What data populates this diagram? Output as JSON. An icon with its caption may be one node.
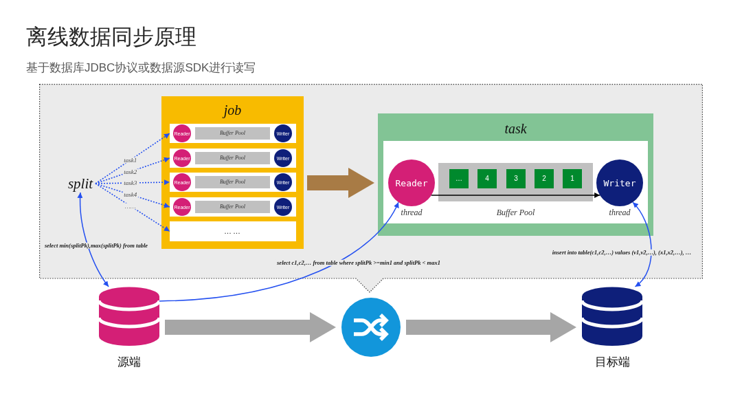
{
  "diagram": {
    "title": "离线数据同步原理",
    "nodes": [
      {
        "text": [],
        "shape": "callout"
      },
      {
        "text": [
          "split"
        ],
        "in": 0
      },
      {
        "text": [
          "job"
        ],
        "in": 0
      },
      {
        "text": [],
        "shape": "box",
        "in": 2
      },
      {
        "text": [
          "Reader"
        ],
        "in": 3
      },
      {
        "text": [
          "Buffer Pool"
        ],
        "in": 3
      },
      {
        "text": [
          "Writer"
        ],
        "in": 3
      },
      {
        "text": [],
        "shape": "box",
        "in": 2
      },
      {
        "text": [
          "Reader"
        ],
        "in": 7
      },
      {
        "text": [
          "Buffer Pool"
        ],
        "in": 7
      },
      {
        "text": [
          "Writer"
        ],
        "in": 7
      },
      {
        "text": [],
        "shape": "box",
        "in": 2
      },
      {
        "text": [
          "Reader"
        ],
        "in": 11
      },
      {
        "text": [
          "Buffer Pool"
        ],
        "in": 11
      },
      {
        "text": [
          "Writer"
        ],
        "in": 11
      },
      {
        "text": [],
        "shape": "box",
        "in": 2
      },
      {
        "text": [
          "Reader"
        ],
        "in": 15
      },
      {
        "text": [
          "Buffer Pool"
        ],
        "in": 15
      },
      {
        "text": [
          "Writer"
        ],
        "in": 15
      },
      {
        "text": [
          "……"
        ],
        "in": 2
      },
      {
        "text": [
          "task"
        ],
        "in": 0
      },
      {
        "text": [],
        "shape": "box",
        "in": 20
      },
      {
        "text": [
          "Reader"
        ],
        "beside": [
          "thread"
        ],
        "in": 21
      },
      {
        "text": [
          "Buffer Pool"
        ],
        "in": 21
      },
      {
        "text": [
          "…"
        ],
        "in": 23
      },
      {
        "text": [
          "4"
        ],
        "in": 23
      },
      {
        "text": [
          "3"
        ],
        "in": 23
      },
      {
        "text": [
          "2"
        ],
        "in": 23
      },
      {
        "text": [
          "1"
        ],
        "in": 23
      },
      {
        "text": [
          "Writer"
        ],
        "beside": [
          "thread"
        ],
        "in": 21
      },
      {
        "text": [
          "源端"
        ]
      },
      {
        "text": [],
        "shape": "circle"
      },
      {
        "text": [
          "目标端"
        ]
      }
    ],
    "edges": [
      {
        "from": 1,
        "to": 3,
        "arrow": "to",
        "label": "task1",
        "style": "dashed"
      },
      {
        "from": 1,
        "to": 7,
        "arrow": "to",
        "label": "task2",
        "style": "dashed"
      },
      {
        "from": 1,
        "to": 11,
        "arrow": "to",
        "label": "task3",
        "style": "dashed"
      },
      {
        "from": 1,
        "to": 15,
        "arrow": "to",
        "label": "task4",
        "style": "dashed"
      },
      {
        "from": 1,
        "to": 19,
        "arrow": "to",
        "label": "……",
        "style": "dashed"
      },
      {
        "from": 2,
        "to": 20,
        "arrow": "to",
        "style": "thick",
        "color": "#a87b45"
      },
      {
        "from": 22,
        "to": 29,
        "arrow": "to",
        "color": "#000000"
      },
      {
        "from": 30,
        "to": 1,
        "arrow": "both",
        "label": "select min(splitPk),max(splitPk) from table"
      },
      {
        "from": 30,
        "to": 22,
        "arrow": "to",
        "label": "select c1,c2,… from table where splitPk >=min1 and splitPk < max1"
      },
      {
        "from": 29,
        "to": 32,
        "arrow": "both",
        "label": "insert into table(c1,c2,…) values (v1,v2,…), (x1,x2,…), …"
      },
      {
        "from": 30,
        "to": 31,
        "arrow": "to",
        "style": "thick",
        "color": "#a6a6a6"
      },
      {
        "from": 31,
        "to": 32,
        "arrow": "to",
        "style": "thick",
        "color": "#a6a6a6"
      }
    ],
    "labels": [
      "基于数据库JDBC协议或数据源SDK进行读写"
    ]
  }
}
